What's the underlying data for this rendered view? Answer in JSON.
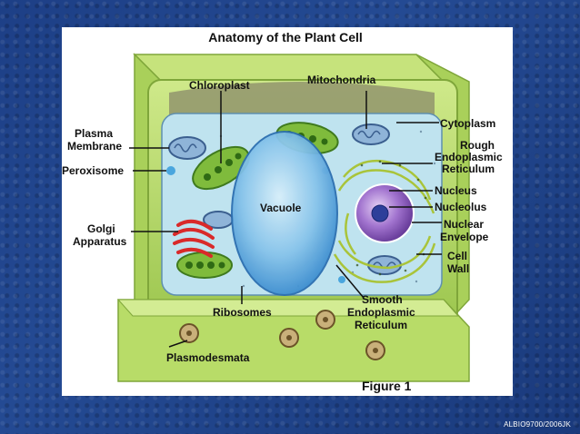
{
  "slide": {
    "title": "Anatomy of the Plant Cell",
    "caption": "Figure 1",
    "credit": "ALBIO9700/2006JK"
  },
  "labels": {
    "chloroplast": "Chloroplast",
    "mitochondria": "Mitochondria",
    "plasma_1": "Plasma",
    "plasma_2": "Membrane",
    "peroxisome": "Peroxisome",
    "golgi_1": "Golgi",
    "golgi_2": "Apparatus",
    "vacuole": "Vacuole",
    "ribosomes": "Ribosomes",
    "plasmodesmata": "Plasmodesmata",
    "cytoplasm": "Cytoplasm",
    "rough_1": "Rough",
    "rough_2": "Endoplasmic",
    "rough_3": "Reticulum",
    "nucleus": "Nucleus",
    "nucleolus": "Nucleolus",
    "nuclear_1": "Nuclear",
    "nuclear_2": "Envelope",
    "cellwall_1": "Cell",
    "cellwall_2": "Wall",
    "smooth_1": "Smooth",
    "smooth_2": "Endoplasmic",
    "smooth_3": "Reticulum"
  },
  "colors": {
    "background": "#1f4289",
    "panel": "#ffffff",
    "cell_wall": "#b9dc6a",
    "cytoplasm": "#bfe3ef",
    "vacuole": "#79b8e6",
    "nucleus": "#9b6cc8",
    "chloroplast": "#7fbb3c",
    "golgi": "#d92a2a"
  }
}
